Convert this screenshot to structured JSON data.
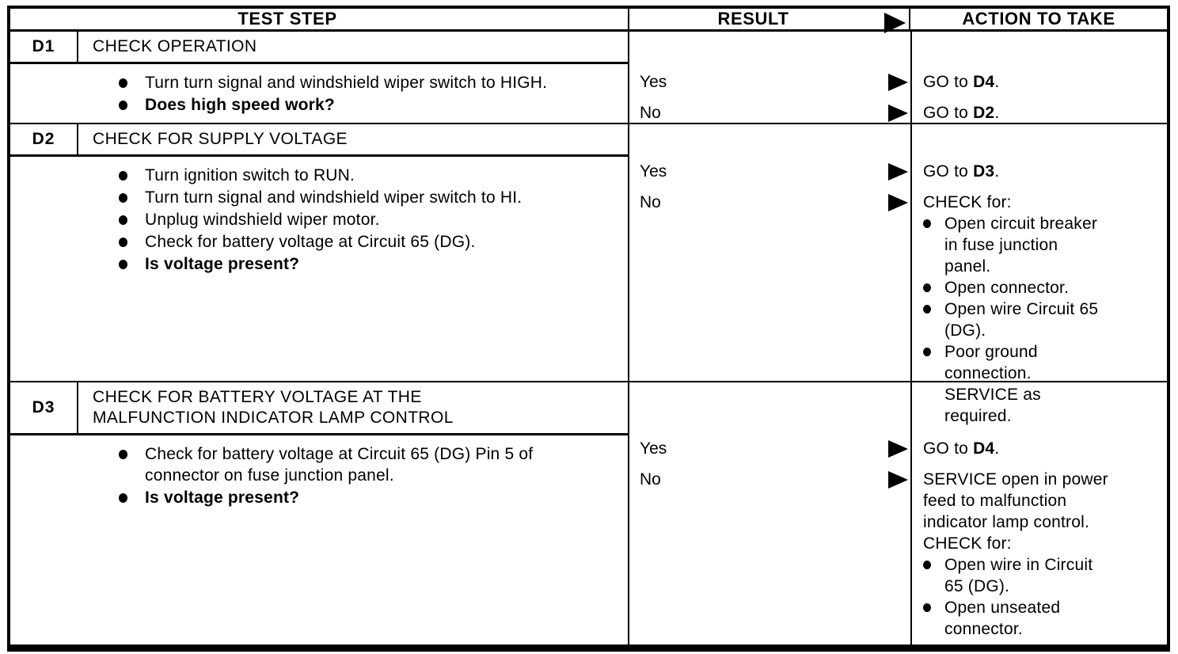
{
  "colors": {
    "ink": "#000000",
    "paper": "#ffffff"
  },
  "icons": {
    "result_arrow": "right-arrow-icon",
    "list_bullet": "bullet-dot-icon"
  },
  "header": {
    "test_step": "TEST STEP",
    "result": "RESULT",
    "action": "ACTION TO TAKE"
  },
  "sections": [
    {
      "id": "D1",
      "title_line1": "CHECK OPERATION",
      "title_line2": "",
      "steps": [
        "Turn turn signal and windshield wiper switch to HIGH.",
        "Does high speed work?"
      ],
      "results": [
        {
          "label": "Yes",
          "goto_pre": "GO to ",
          "goto_ref": "D4",
          "goto_post": "."
        },
        {
          "label": "No",
          "goto_pre": "GO to ",
          "goto_ref": "D2",
          "goto_post": "."
        }
      ]
    },
    {
      "id": "D2",
      "title_line1": "CHECK FOR SUPPLY VOLTAGE",
      "title_line2": "",
      "steps": [
        "Turn ignition switch to RUN.",
        "Turn turn signal and windshield wiper switch to HI.",
        "Unplug windshield wiper motor.",
        "Check for battery voltage at Circuit 65 (DG).",
        "Is voltage present?"
      ],
      "results": [
        {
          "label": "Yes",
          "goto_pre": "GO to ",
          "goto_ref": "D3",
          "goto_post": "."
        },
        {
          "label": "No",
          "intro": "CHECK for:",
          "checks": [
            "Open circuit breaker in fuse junction panel.",
            "Open connector.",
            "Open wire Circuit 65 (DG).",
            "Poor ground connection. SERVICE as required."
          ]
        }
      ]
    },
    {
      "id": "D3",
      "title_line1": "CHECK FOR BATTERY VOLTAGE AT THE",
      "title_line2": "MALFUNCTION INDICATOR LAMP CONTROL",
      "steps": [
        "Check for battery voltage at Circuit 65 (DG) Pin 5 of connector on fuse junction panel.",
        "Is voltage present?"
      ],
      "results": [
        {
          "label": "Yes",
          "goto_pre": "GO to ",
          "goto_ref": "D4",
          "goto_post": "."
        },
        {
          "label": "No",
          "intro": "SERVICE open in power feed to malfunction indicator lamp control. CHECK for:",
          "checks": [
            "Open wire in Circuit 65 (DG).",
            "Open unseated connector."
          ]
        }
      ]
    }
  ]
}
